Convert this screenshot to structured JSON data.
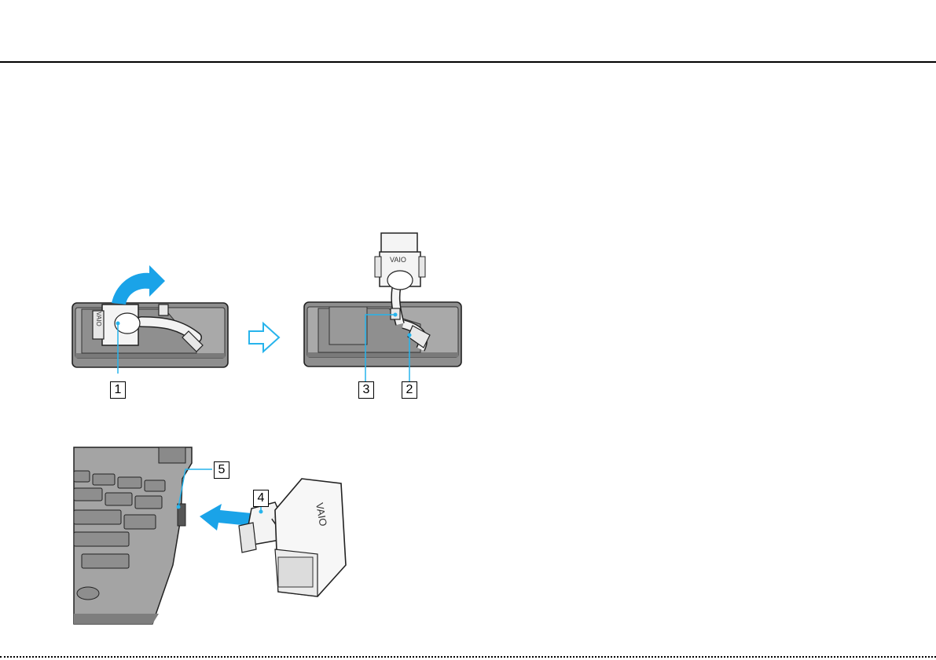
{
  "callouts": {
    "c1": "1",
    "c2": "2",
    "c3": "3",
    "c4": "4",
    "c5": "5"
  },
  "brand_marks": {
    "dock_cable_logo": "VAIO",
    "connector_logo": "VAIO",
    "device_logo": "VAIO"
  },
  "colors": {
    "accent_blue": "#1aa3e8",
    "leader_cyan": "#27b4ec",
    "body_dark": "#8e8e8e",
    "body_light": "#d9d9d9"
  }
}
